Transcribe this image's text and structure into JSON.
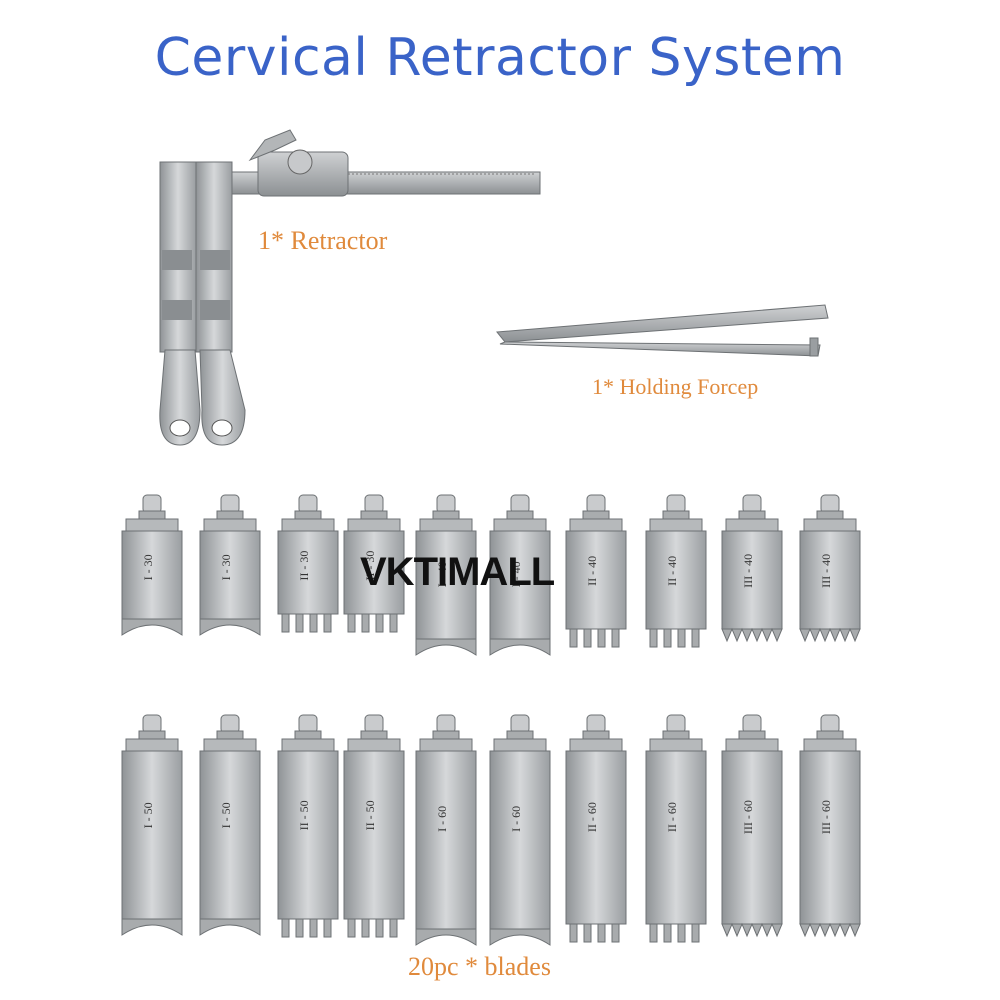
{
  "title": "Cervical Retractor System",
  "captions": {
    "retractor": "1* Retractor",
    "forcep": "1* Holding Forcep",
    "blades": "20pc * blades"
  },
  "watermark": "VKTIMALL",
  "colors": {
    "title": "#3a63c8",
    "caption": "#e08a3c",
    "steel": "#b9bcbf"
  },
  "blades": {
    "row1": [
      {
        "label": "I - 30",
        "tip": "smooth"
      },
      {
        "label": "I - 30",
        "tip": "smooth"
      },
      {
        "label": "II - 30",
        "tip": "teeth"
      },
      {
        "label": "II - 30",
        "tip": "teeth"
      },
      {
        "label": "I - 40",
        "tip": "smooth"
      },
      {
        "label": "I - 40",
        "tip": "smooth"
      },
      {
        "label": "II - 40",
        "tip": "teeth"
      },
      {
        "label": "II - 40",
        "tip": "teeth"
      },
      {
        "label": "III - 40",
        "tip": "serrated"
      },
      {
        "label": "III - 40",
        "tip": "serrated"
      }
    ],
    "row2": [
      {
        "label": "I - 50",
        "tip": "smooth"
      },
      {
        "label": "I - 50",
        "tip": "smooth"
      },
      {
        "label": "II - 50",
        "tip": "teeth"
      },
      {
        "label": "II - 50",
        "tip": "teeth"
      },
      {
        "label": "I - 60",
        "tip": "smooth"
      },
      {
        "label": "I - 60",
        "tip": "smooth"
      },
      {
        "label": "II - 60",
        "tip": "teeth"
      },
      {
        "label": "II - 60",
        "tip": "teeth"
      },
      {
        "label": "III - 60",
        "tip": "serrated"
      },
      {
        "label": "III - 60",
        "tip": "serrated"
      }
    ]
  }
}
